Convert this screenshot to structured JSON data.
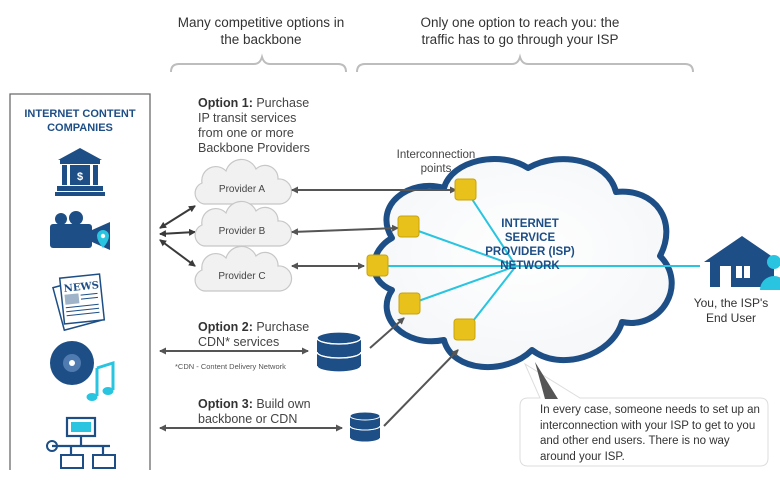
{
  "header": {
    "backbone": "Many competitive options in the backbone",
    "isp": "Only one option to reach you: the traffic has to go through your ISP"
  },
  "content_companies": {
    "title": "INTERNET CONTENT COMPANIES",
    "icons": [
      "bank-icon",
      "video-camera-icon",
      "newspaper-icon",
      "disc-music-icon",
      "network-icon"
    ]
  },
  "option1": {
    "label": "Option 1:",
    "text": "Purchase IP transit services from one or more Backbone Providers"
  },
  "providers": [
    "Provider A",
    "Provider B",
    "Provider C"
  ],
  "interconnection": "Interconnection points",
  "isp_network": "INTERNET SERVICE PROVIDER (ISP) NETWORK",
  "option2": {
    "label": "Option 2:",
    "text": "Purchase CDN* services",
    "footnote": "*CDN - Content Delivery Network"
  },
  "option3": {
    "label": "Option 3:",
    "text": "Build own backbone or CDN"
  },
  "end_user": "You, the ISP's End User",
  "note": "In every case, someone needs to set up an interconnection with your ISP to get to you and other end users. There is no way around your ISP.",
  "colors": {
    "brand_blue": "#1d4e86",
    "line_cyan": "#29c4e0",
    "interconnect_yellow": "#e8c21a",
    "provider_cloud": "#f1f1f1"
  }
}
